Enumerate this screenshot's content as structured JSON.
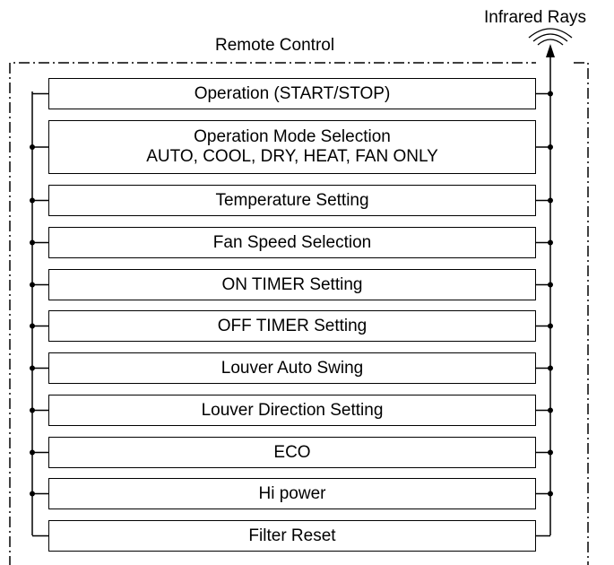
{
  "title": "Remote Control",
  "signal_label": "Infrared Rays",
  "functions": [
    {
      "lines": [
        "Operation (START/STOP)"
      ]
    },
    {
      "lines": [
        "Operation Mode Selection",
        "AUTO, COOL, DRY, HEAT, FAN ONLY"
      ]
    },
    {
      "lines": [
        "Temperature Setting"
      ]
    },
    {
      "lines": [
        "Fan Speed Selection"
      ]
    },
    {
      "lines": [
        "ON TIMER Setting"
      ]
    },
    {
      "lines": [
        "OFF TIMER Setting"
      ]
    },
    {
      "lines": [
        "Louver Auto Swing"
      ]
    },
    {
      "lines": [
        "Louver Direction Setting"
      ]
    },
    {
      "lines": [
        "ECO"
      ]
    },
    {
      "lines": [
        "Hi power"
      ]
    },
    {
      "lines": [
        "Filter Reset"
      ]
    }
  ]
}
